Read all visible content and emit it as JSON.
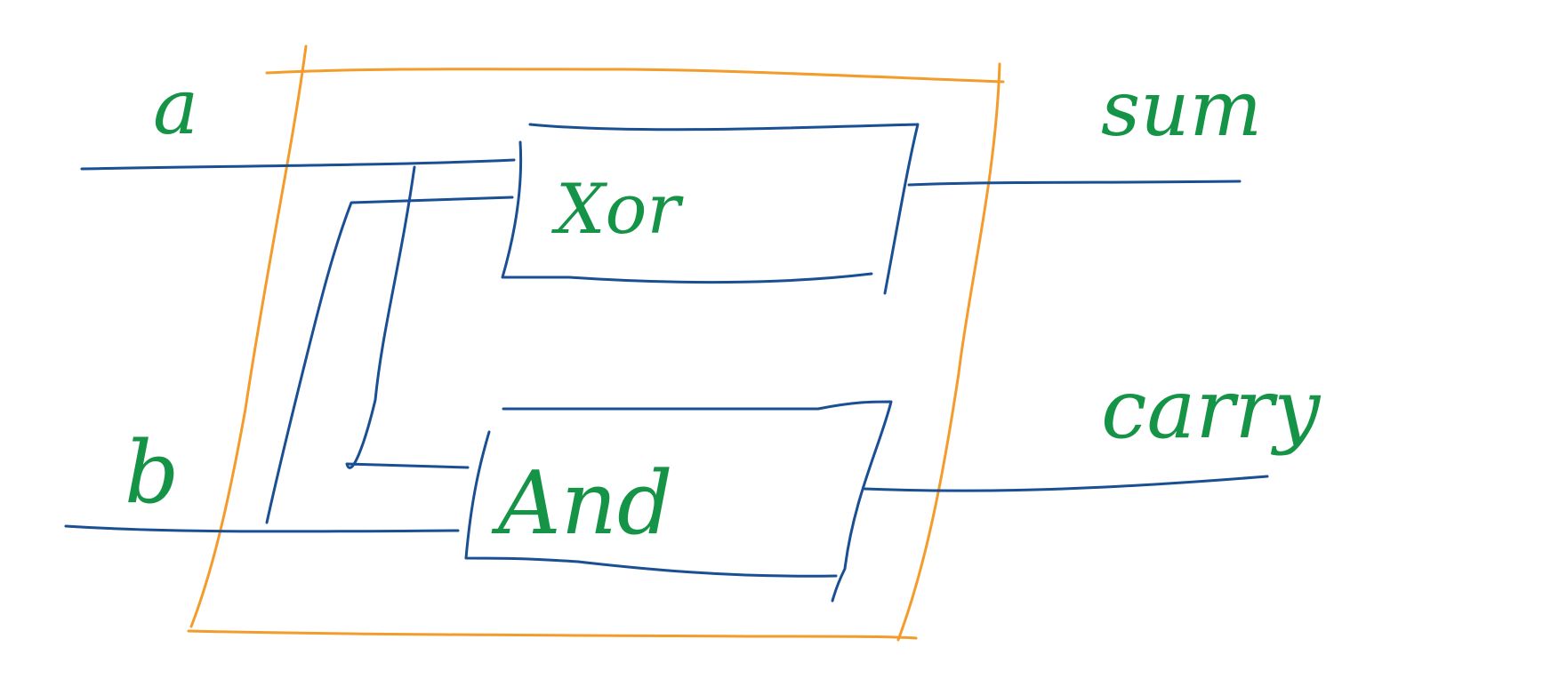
{
  "diagram": {
    "inputs": [
      {
        "id": "a",
        "label": "a"
      },
      {
        "id": "b",
        "label": "b"
      }
    ],
    "gates": [
      {
        "id": "xor",
        "label": "Xor"
      },
      {
        "id": "and",
        "label": "And"
      }
    ],
    "outputs": [
      {
        "id": "sum",
        "label": "sum"
      },
      {
        "id": "carry",
        "label": "carry"
      }
    ],
    "colors": {
      "wire": "#1a4f93",
      "enclosure": "#f39c2b",
      "text": "#159447",
      "background": "#ffffff"
    }
  }
}
